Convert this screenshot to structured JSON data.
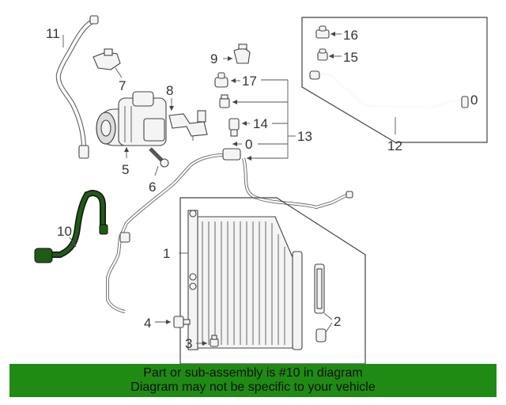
{
  "callouts": {
    "c1": "1",
    "c2": "2",
    "c3": "3",
    "c4": "4",
    "c5": "5",
    "c6": "6",
    "c7": "7",
    "c8": "8",
    "c9": "9",
    "c10": "10",
    "c11": "11",
    "c12": "12",
    "c13": "13",
    "c14": "14",
    "c15": "15",
    "c16": "16",
    "c17": "17",
    "o_small": "0",
    "o_inset": "0"
  },
  "banner": {
    "line1": "Part or sub-assembly is #10 in diagram",
    "line2": "Diagram may not be specific to your vehicle"
  },
  "colors": {
    "banner_bg": "#1f8a14",
    "highlight_part": "#1e5c16"
  }
}
